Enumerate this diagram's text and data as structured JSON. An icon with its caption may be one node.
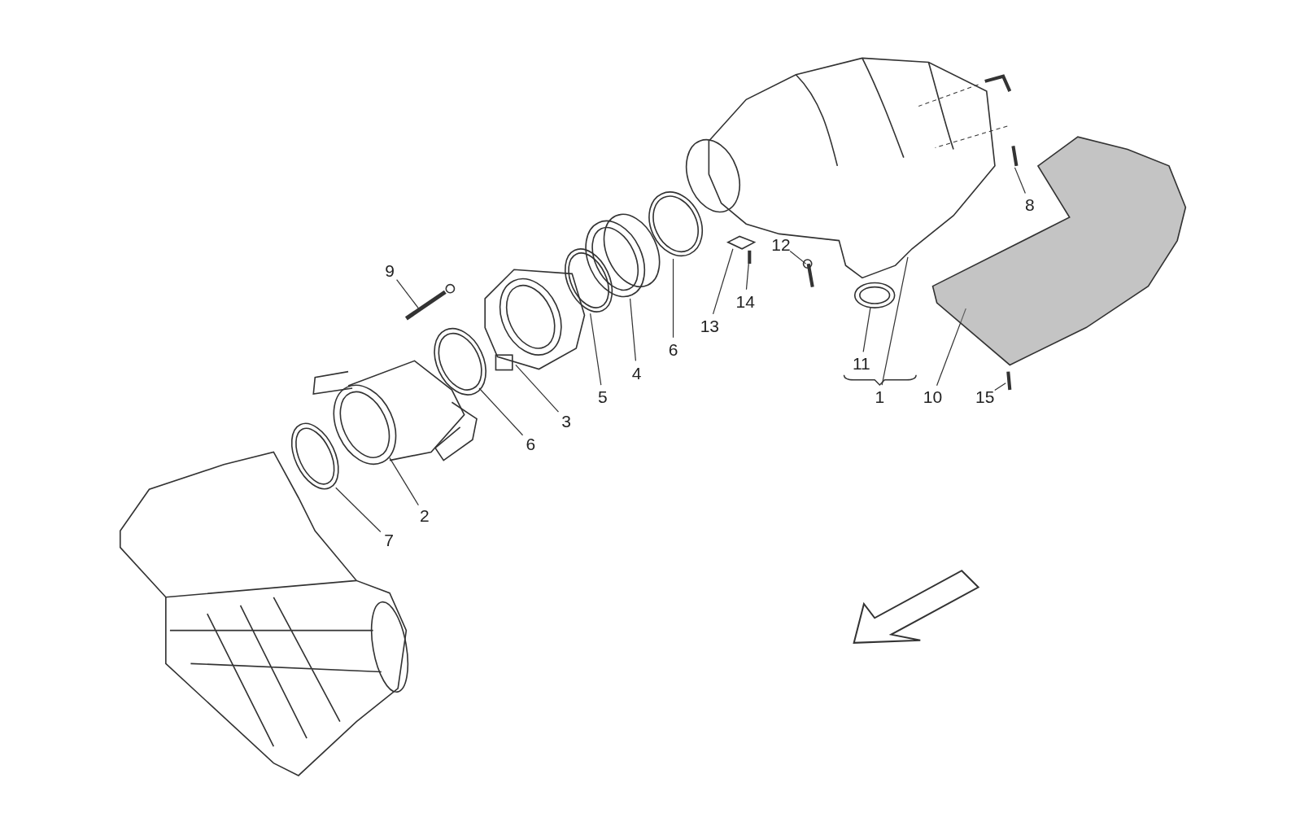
{
  "diagram": {
    "nodes": [
      {
        "text": [
          "7"
        ]
      },
      {
        "text": [
          "9"
        ]
      },
      {
        "text": [
          "2"
        ]
      },
      {
        "text": [
          "6"
        ]
      },
      {
        "text": [
          "3"
        ]
      },
      {
        "text": [
          "5"
        ]
      },
      {
        "text": [
          "4"
        ]
      },
      {
        "text": [
          "6"
        ]
      },
      {
        "text": [
          "13"
        ]
      },
      {
        "text": [
          "14"
        ]
      },
      {
        "text": [
          "12"
        ]
      },
      {
        "text": [
          "11"
        ]
      },
      {
        "text": [
          "1"
        ]
      },
      {
        "text": [
          "10"
        ]
      },
      {
        "text": [
          "15"
        ]
      },
      {
        "text": [
          "8"
        ]
      },
      {
        "text": [],
        "shape": "picture"
      },
      {
        "text": [],
        "shape": "picture"
      },
      {
        "text": [],
        "shape": "picture"
      },
      {
        "text": [],
        "shape": "picture"
      },
      {
        "text": [],
        "shape": "picture"
      },
      {
        "text": [],
        "shape": "picture"
      },
      {
        "text": [],
        "shape": "picture"
      },
      {
        "text": [],
        "shape": "picture"
      },
      {
        "text": [],
        "shape": "picture"
      },
      {
        "text": [],
        "shape": "picture"
      },
      {
        "text": [],
        "shape": "picture"
      },
      {
        "text": [],
        "shape": "picture"
      },
      {
        "text": [],
        "shape": "picture"
      },
      {
        "text": [],
        "shape": "picture"
      },
      {
        "text": [],
        "shape": "picture"
      },
      {
        "text": [],
        "shape": "picture"
      }
    ],
    "edges": [
      {
        "from": 0,
        "to": 16,
        "arrow": "none"
      },
      {
        "from": 1,
        "to": 17,
        "arrow": "none"
      },
      {
        "from": 2,
        "to": 18,
        "arrow": "none"
      },
      {
        "from": 3,
        "to": 19,
        "arrow": "none"
      },
      {
        "from": 4,
        "to": 20,
        "arrow": "none"
      },
      {
        "from": 5,
        "to": 21,
        "arrow": "none"
      },
      {
        "from": 6,
        "to": 22,
        "arrow": "none"
      },
      {
        "from": 7,
        "to": 23,
        "arrow": "none"
      },
      {
        "from": 8,
        "to": 24,
        "arrow": "none"
      },
      {
        "from": 9,
        "to": 25,
        "arrow": "none"
      },
      {
        "from": 10,
        "to": 26,
        "arrow": "none"
      },
      {
        "from": 11,
        "to": 27,
        "arrow": "none"
      },
      {
        "from": 12,
        "to": 28,
        "arrow": "none"
      },
      {
        "from": 13,
        "to": 29,
        "arrow": "none"
      },
      {
        "from": 14,
        "to": 30,
        "arrow": "none"
      },
      {
        "from": 15,
        "to": 31,
        "arrow": "none"
      }
    ]
  }
}
